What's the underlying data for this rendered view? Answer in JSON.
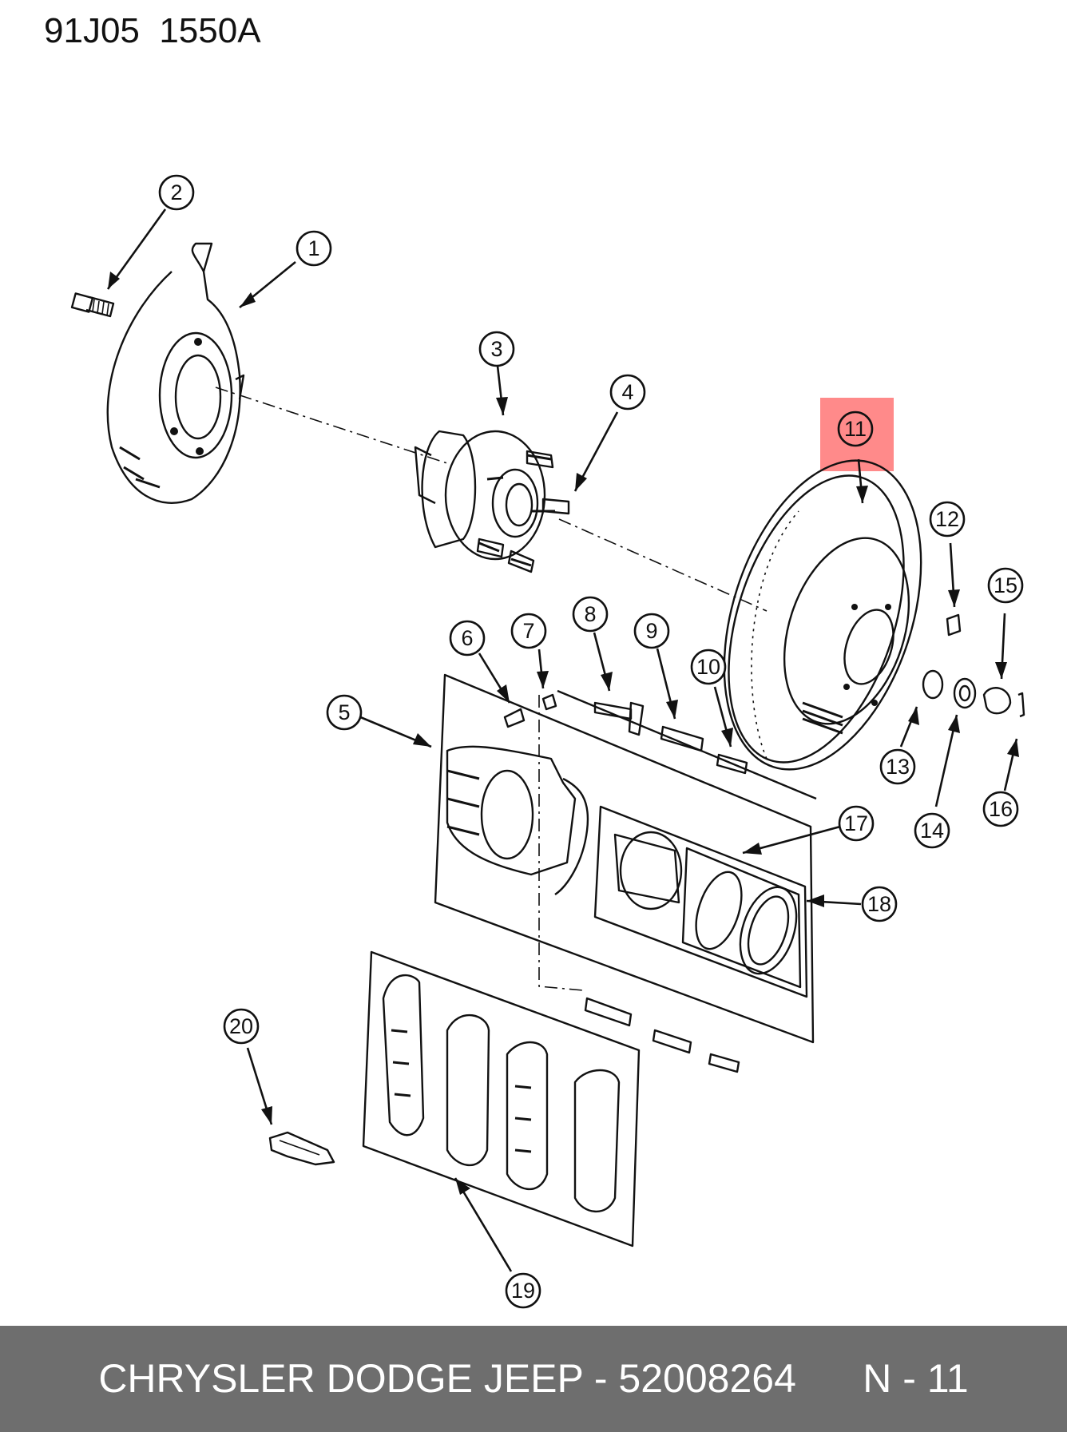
{
  "document_code": "91J05  1550A",
  "highlight_color": "#ff8a8a",
  "footer": {
    "text": "CHRYSLER DODGE JEEP - 52008264      N - 11",
    "background": "#6e6e6e"
  },
  "callouts": [
    {
      "number": "1"
    },
    {
      "number": "2"
    },
    {
      "number": "3"
    },
    {
      "number": "4"
    },
    {
      "number": "5"
    },
    {
      "number": "6"
    },
    {
      "number": "7"
    },
    {
      "number": "8"
    },
    {
      "number": "9"
    },
    {
      "number": "10"
    },
    {
      "number": "11",
      "highlighted": true
    },
    {
      "number": "12"
    },
    {
      "number": "13"
    },
    {
      "number": "14"
    },
    {
      "number": "15"
    },
    {
      "number": "16"
    },
    {
      "number": "17"
    },
    {
      "number": "18"
    },
    {
      "number": "19"
    },
    {
      "number": "20"
    }
  ]
}
